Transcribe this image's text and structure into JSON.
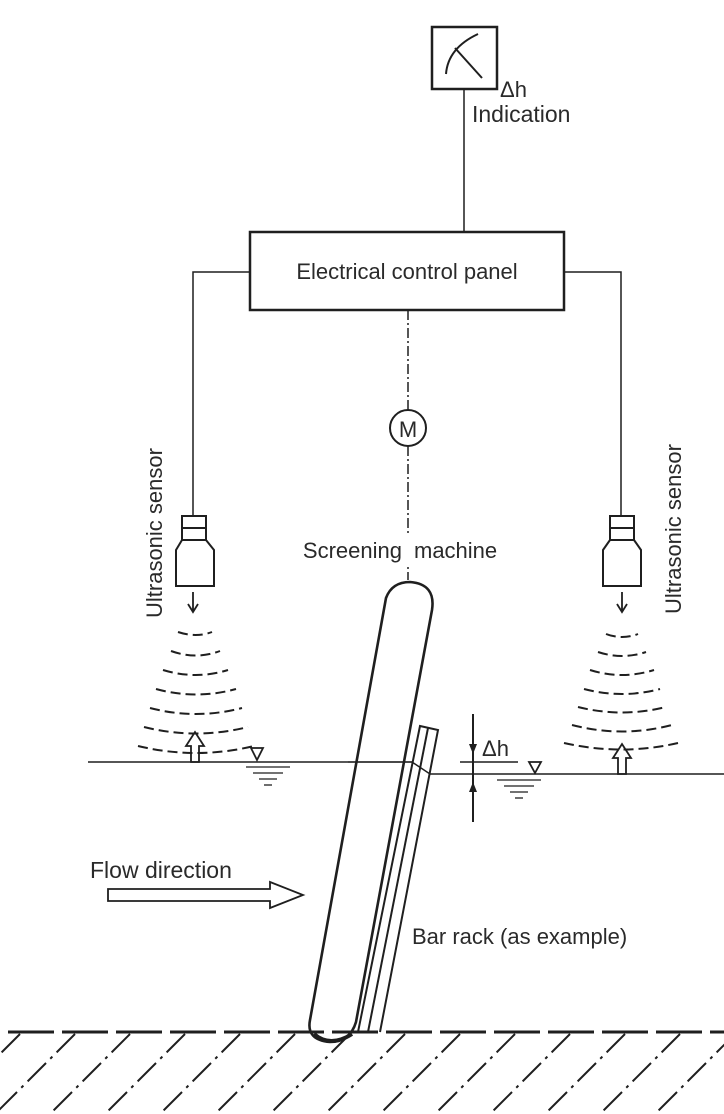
{
  "diagram": {
    "indicator": {
      "symbol": "Δh",
      "label": "Indication"
    },
    "control_panel": {
      "label": "Electrical control panel"
    },
    "motor": {
      "label": "M"
    },
    "screening_machine": {
      "label": "Screening machine"
    },
    "left_sensor": {
      "label": "Ultrasonic sensor"
    },
    "right_sensor": {
      "label": "Ultrasonic sensor"
    },
    "delta_h": {
      "label": "Δh"
    },
    "flow": {
      "label": "Flow direction"
    },
    "bar_rack": {
      "label": "Bar rack (as example)"
    },
    "colors": {
      "line": "#1f1f1f",
      "text": "#2a2a2a",
      "background": "#ffffff"
    }
  }
}
